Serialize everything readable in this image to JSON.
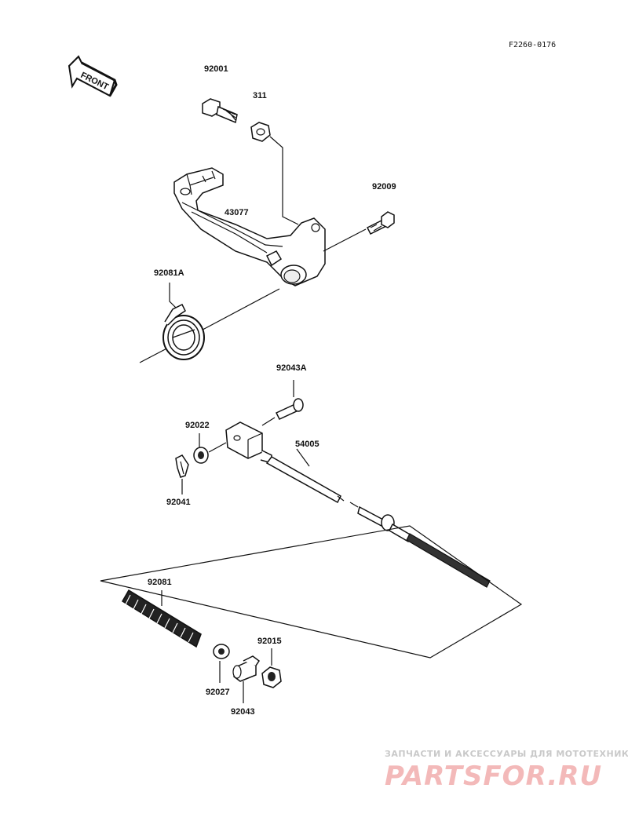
{
  "figure_code": "F2260-0176",
  "front_label": "FRONT",
  "parts": [
    {
      "id": "p-92001",
      "label": "92001"
    },
    {
      "id": "p-311",
      "label": "311"
    },
    {
      "id": "p-92009",
      "label": "92009"
    },
    {
      "id": "p-43077",
      "label": "43077"
    },
    {
      "id": "p-92081a",
      "label": "92081A"
    },
    {
      "id": "p-92043a",
      "label": "92043A"
    },
    {
      "id": "p-92022",
      "label": "92022"
    },
    {
      "id": "p-54005",
      "label": "54005"
    },
    {
      "id": "p-92041",
      "label": "92041"
    },
    {
      "id": "p-92081",
      "label": "92081"
    },
    {
      "id": "p-92015",
      "label": "92015"
    },
    {
      "id": "p-92027",
      "label": "92027"
    },
    {
      "id": "p-92043",
      "label": "92043"
    }
  ],
  "watermark": {
    "tagline": "ЗАПЧАСТИ И АКСЕССУАРЫ ДЛЯ МОТОТЕХНИКИ",
    "logo": "PARTSFOR.RU"
  }
}
